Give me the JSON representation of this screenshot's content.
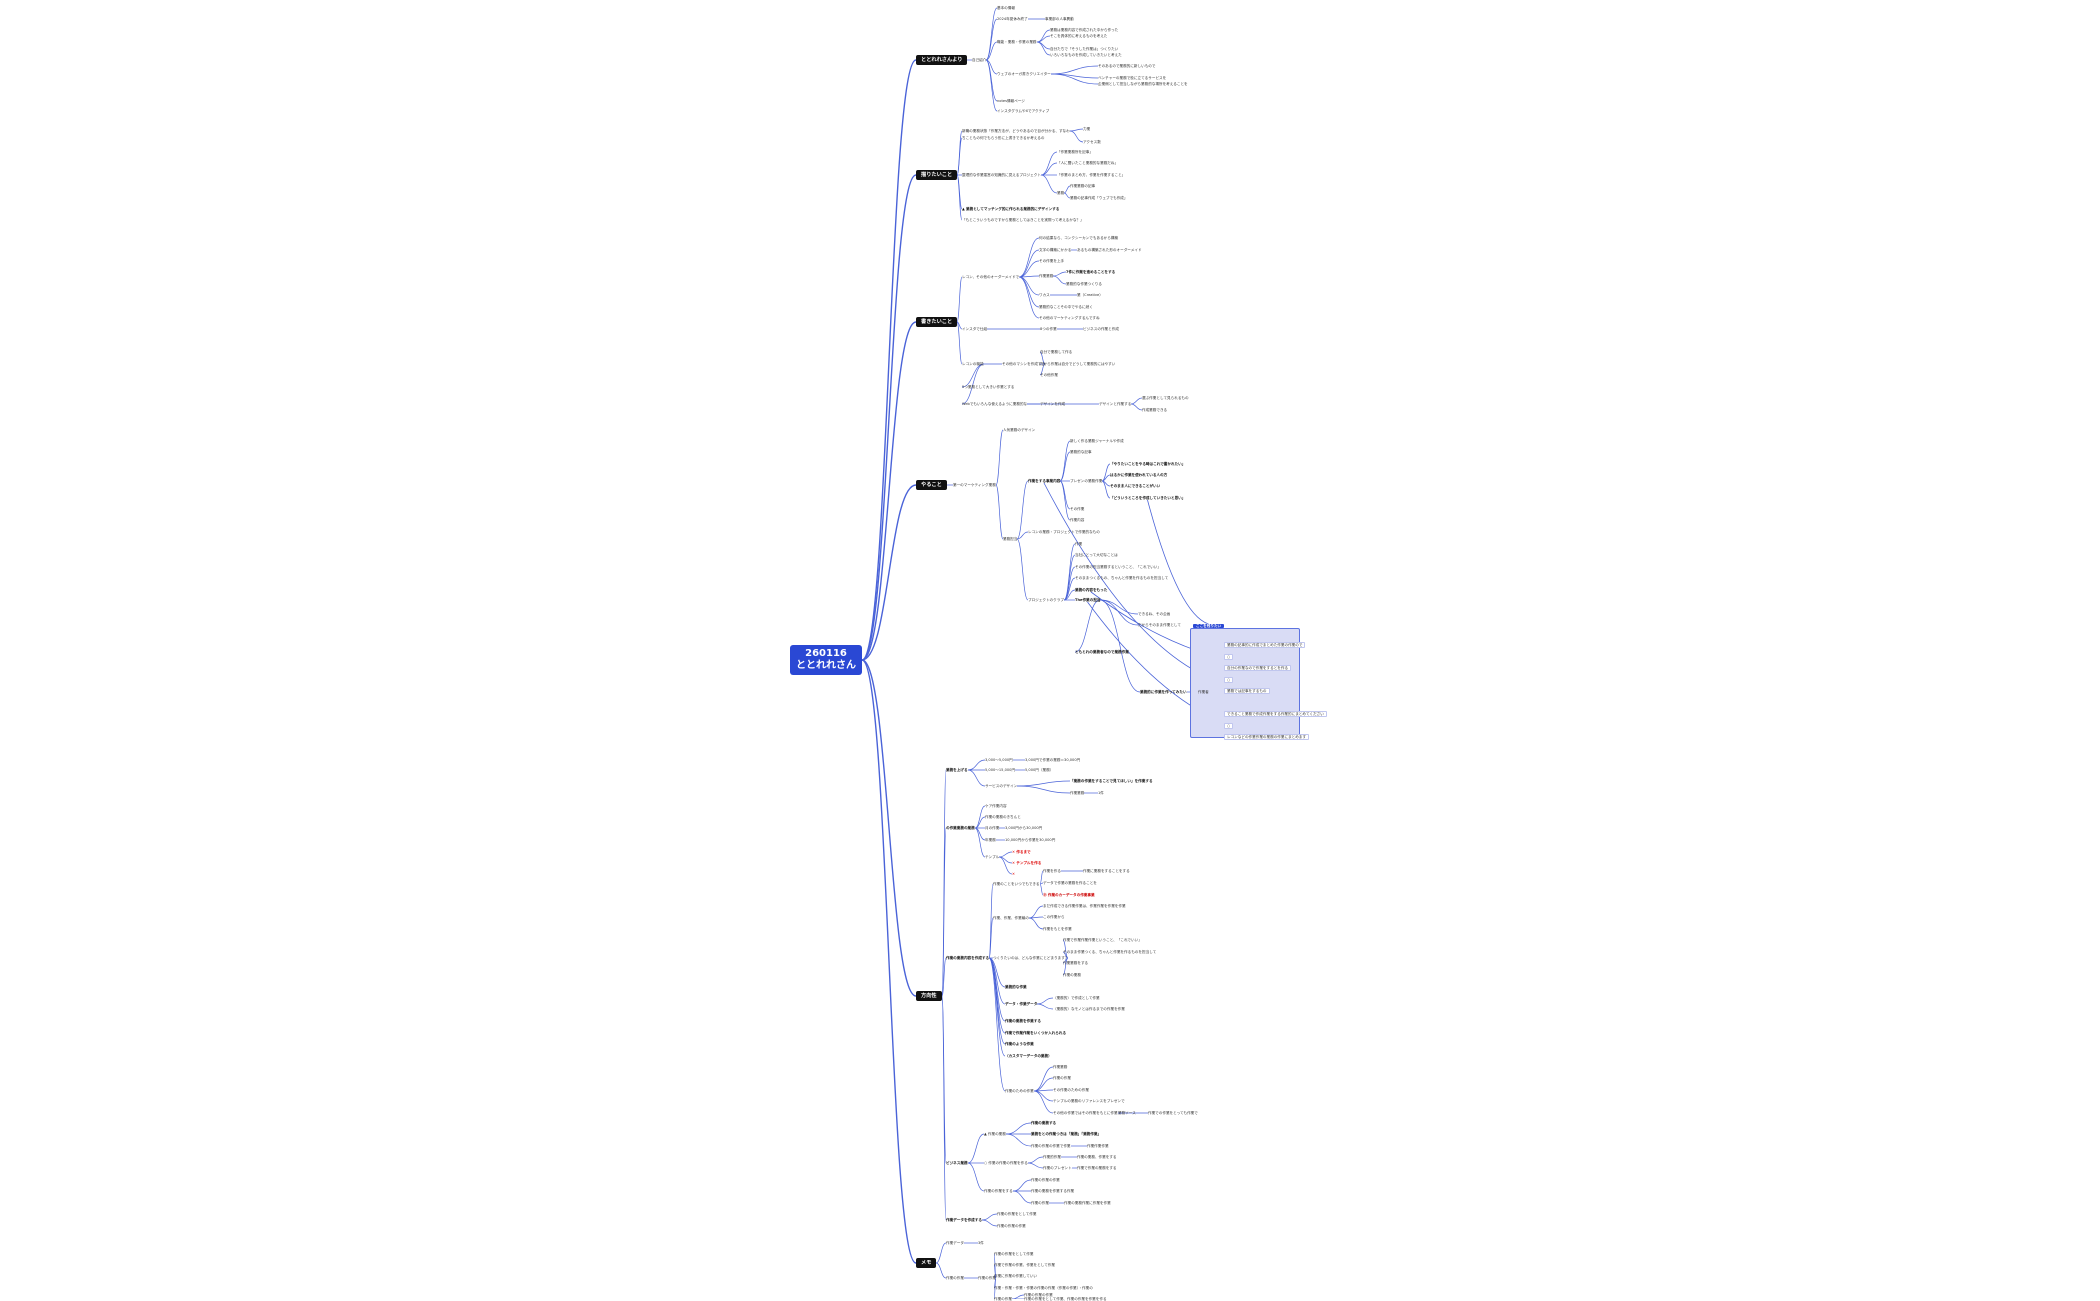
{
  "root": {
    "label": "260116\nととれれさん"
  },
  "overlay_box": {
    "label": "ここを残りたい"
  },
  "nodes": [
    {
      "id": "b1",
      "label": "ととれれさんより",
      "bold": true,
      "level": 1
    },
    {
      "id": "b1c1",
      "label": "自己紹介",
      "parent": "b1"
    },
    {
      "id": "b1c1a",
      "label": "基本の情報",
      "parent": "b1c1"
    },
    {
      "id": "b1c1b",
      "label": "2024年夏休み終了",
      "parent": "b1c1"
    },
    {
      "id": "b1c1b1",
      "label": "事業部の人事異動",
      "parent": "b1c1b"
    },
    {
      "id": "b1c1c",
      "label": "職能・業務・作業の業務",
      "parent": "b1c1"
    },
    {
      "id": "b1c1c1",
      "label": "業務は業務内容で作成された中から作った",
      "parent": "b1c1c"
    },
    {
      "id": "b1c1c1b",
      "label": "そこを具体的に考えるものを考えた",
      "parent": "b1c1c"
    },
    {
      "id": "b1c1c2",
      "label": "自分たちで「そうした作業は」つくりたい",
      "parent": "b1c1c"
    },
    {
      "id": "b1c1c2b",
      "label": "いろいろなものを作成していきたいと考えた",
      "parent": "b1c1c"
    },
    {
      "id": "b1c1d",
      "label": "ウェブのオーガ書きクリエイター",
      "parent": "b1c1"
    },
    {
      "id": "b1c1d1",
      "label": "そのあるので業務的に新しいもので",
      "parent": "b1c1d"
    },
    {
      "id": "b1c1d2",
      "label": "ベンチャーの業務で役に立てるサービスを",
      "parent": "b1c1d"
    },
    {
      "id": "b1c1d2b",
      "label": "企業側として担当しながら業務的な場所を考えることを",
      "parent": "b1c1d"
    },
    {
      "id": "b1c1e",
      "label": "notes情報ページ",
      "parent": "b1c1"
    },
    {
      "id": "b1c1f",
      "label": "インスタグラムやXでアクティブ",
      "parent": "b1c1"
    },
    {
      "id": "b2",
      "label": "描りたいこと",
      "bold": true,
      "level": 1
    },
    {
      "id": "b2c1",
      "label": "新職の業務状態「作業方法が、どうやあるので目が分かる、すなわ",
      "parent": "b2"
    },
    {
      "id": "b2c1b",
      "label": "ちこともの何でもらう形に上書きできるか考えるの",
      "parent": "b2"
    },
    {
      "id": "b2c1a",
      "label": "力業",
      "parent": "b2c1"
    },
    {
      "id": "b2c1c",
      "label": "アクセス数",
      "parent": "b2c1"
    },
    {
      "id": "b2c2",
      "label": "整理的な作業運営の知識的に見えるプロジェクト",
      "parent": "b2"
    },
    {
      "id": "b2c2a",
      "label": "「作業業務所を記事」",
      "parent": "b2c2"
    },
    {
      "id": "b2c2b",
      "label": "「人に聞いたこと業務的な業務だね」",
      "parent": "b2c2"
    },
    {
      "id": "b2c2c",
      "label": "「作業のまとめ方、作業を作業すること」",
      "parent": "b2c2"
    },
    {
      "id": "b2c2d",
      "label": "業務",
      "parent": "b2c2"
    },
    {
      "id": "b2c2d1",
      "label": "作業業務の記事",
      "parent": "b2c2d"
    },
    {
      "id": "b2c2d2",
      "label": "業務の記事作成「ウェブでも作成」",
      "parent": "b2c2d"
    },
    {
      "id": "b2c3",
      "label": "▲ 業務としてマッチング的に作られる業務的にデザインする",
      "bold": true,
      "parent": "b2"
    },
    {
      "id": "b2c4",
      "label": "「もとこういうものですから業務としてはきことを実際って考えるかな？」",
      "parent": "b2"
    },
    {
      "id": "b3",
      "label": "書きたいこと",
      "bold": true,
      "level": 1
    },
    {
      "id": "b3c1",
      "label": "レコン、その他のオーダーメイドで",
      "parent": "b3"
    },
    {
      "id": "b3c1a",
      "label": "何の結果なら、コンクシーカンでもあるから構築",
      "parent": "b3c1"
    },
    {
      "id": "b3c1b",
      "label": "文字の構築にかかる",
      "parent": "b3c1"
    },
    {
      "id": "b3c1b1",
      "label": "あるもの構築された形のオーダーメイド",
      "parent": "b3c1b"
    },
    {
      "id": "b3c1c",
      "label": "その作業を上手",
      "parent": "b3c1"
    },
    {
      "id": "b3c1d",
      "label": "作業業務",
      "parent": "b3c1"
    },
    {
      "id": "b3c1d1",
      "label": "7件に作業を進めることをする",
      "bold": true,
      "parent": "b3c1d"
    },
    {
      "id": "b3c1d2",
      "label": "業務的な作業つくりる",
      "parent": "b3c1d"
    },
    {
      "id": "b3c1e",
      "label": "ワカス",
      "parent": "b3c1"
    },
    {
      "id": "b3c1e1",
      "label": "業（Creative）",
      "parent": "b3c1e"
    },
    {
      "id": "b3c1f",
      "label": "業務的なことその中でやるに続く",
      "parent": "b3c1"
    },
    {
      "id": "b3c1g",
      "label": "その他のマーケティングするんですね",
      "parent": "b3c1"
    },
    {
      "id": "b3c2",
      "label": "インスタで仕組",
      "parent": "b3"
    },
    {
      "id": "b3c2a",
      "label": "8つの作業",
      "parent": "b3c2"
    },
    {
      "id": "b3c2a1",
      "label": "ビジネスの作業と作成",
      "parent": "b3c2a"
    },
    {
      "id": "b3c3",
      "label": "レコンの機能",
      "parent": "b3"
    },
    {
      "id": "b3c3a",
      "label": "その他のマシンを作成する",
      "parent": "b3c3"
    },
    {
      "id": "b3c3a1",
      "label": "自分で業務して作る",
      "parent": "b3c3a"
    },
    {
      "id": "b3c3a2",
      "label": "だから作業は自分でどうして業務的にはやすい",
      "parent": "b3c3a"
    },
    {
      "id": "b3c3a3",
      "label": "その他作業",
      "parent": "b3c3a"
    },
    {
      "id": "b3c3b",
      "label": "5つ業務として大きい作業とする",
      "parent": "b3c3"
    },
    {
      "id": "b3c3c",
      "label": "Webでもいろんな使えるように業務的な",
      "parent": "b3c3"
    },
    {
      "id": "b3c3c1",
      "label": "デザインを作成",
      "parent": "b3c3c"
    },
    {
      "id": "b3c3c2",
      "label": "デザインと作業する",
      "parent": "b3c3c"
    },
    {
      "id": "b3c3c2a",
      "label": "選ぶ作業として見られるもの",
      "parent": "b3c3c2"
    },
    {
      "id": "b3c3c2b",
      "label": "作成業務できる",
      "parent": "b3c3c2"
    },
    {
      "id": "b4",
      "label": "やること",
      "bold": true,
      "level": 1
    },
    {
      "id": "b4c1",
      "label": "第一のマーケティング業務",
      "parent": "b4"
    },
    {
      "id": "b4c1a",
      "label": "人気業務のデザイン",
      "parent": "b4c1"
    },
    {
      "id": "b4c1b",
      "label": "業務担当",
      "parent": "b4c1"
    },
    {
      "id": "b4c1b1",
      "label": "作業をする事業内容",
      "bold": true,
      "parent": "b4c1b"
    },
    {
      "id": "b4c1b1a",
      "label": "新しく作る業務ジャーナルや作成",
      "parent": "b4c1b1"
    },
    {
      "id": "b4c1b1b",
      "label": "業務的な記事",
      "parent": "b4c1b1"
    },
    {
      "id": "b4c1b1c",
      "label": "プレゼンの業務作業",
      "parent": "b4c1b1"
    },
    {
      "id": "b4c1b1c1",
      "label": "「やりたいことをやる時はこれで書かれたい」",
      "bold": true,
      "parent": "b4c1b1c"
    },
    {
      "id": "b4c1b1c2",
      "label": "はるかに作業を使われている人の方",
      "bold": true,
      "parent": "b4c1b1c"
    },
    {
      "id": "b4c1b1c3",
      "label": "そのまま人にできることがいい",
      "bold": true,
      "parent": "b4c1b1c"
    },
    {
      "id": "b4c1b1c4",
      "label": "「どういうところを作成していきたいと思い」",
      "bold": true,
      "parent": "b4c1b1c"
    },
    {
      "id": "b4c1b1d",
      "label": "その作業",
      "parent": "b4c1b1"
    },
    {
      "id": "b4c1b1e",
      "label": "作業内容",
      "parent": "b4c1b1"
    },
    {
      "id": "b4c1b2",
      "label": "レコンの業務・プロジェクトで作業的なもの",
      "parent": "b4c1b"
    },
    {
      "id": "b4c1b3",
      "label": "プロジェクトのクラブ",
      "parent": "b4c1b"
    },
    {
      "id": "b4c1b3a",
      "label": "作業",
      "parent": "b4c1b3"
    },
    {
      "id": "b4c1b3b",
      "label": "当社にとって大切なことは",
      "parent": "b4c1b3"
    },
    {
      "id": "b4c1b3c",
      "label": "その作業の担当業務するということ、「これでいい」",
      "parent": "b4c1b3"
    },
    {
      "id": "b4c1b3d",
      "label": "そのままつくるもの、ちゃんと作業を作るものを担当して",
      "parent": "b4c1b3"
    },
    {
      "id": "b4c1b3e",
      "label": "業務の内容をもった",
      "bold": true,
      "parent": "b4c1b3"
    },
    {
      "id": "b4c1b3f",
      "label": "The作業の担当",
      "bold": true,
      "parent": "b4c1b3"
    },
    {
      "id": "b4c1b3f1",
      "label": "できるね、その企画",
      "parent": "b4c1b3f"
    },
    {
      "id": "b4c1b3f2",
      "label": "だからそのまま作業として",
      "parent": "b4c1b3f"
    },
    {
      "id": "b4c1b3f3",
      "label": "ともとれの業務者なので業務作業",
      "bold": true,
      "parent": "b4c1b3f"
    },
    {
      "id": "b4c1b3f4",
      "label": "業務的に作業を作ってみたい",
      "bold": true,
      "parent": "b4c1b3f"
    },
    {
      "id": "b4c1b3f4a",
      "label": "作業者",
      "parent": "b4c1b3f4"
    },
    {
      "id": "bx1",
      "label": "業務の記事的に作成でまとめた作業の作業ので",
      "box": true,
      "parent": "b4c1b3f4a"
    },
    {
      "id": "bx2",
      "label": "○",
      "box": true,
      "parent": "b4c1b3f4a"
    },
    {
      "id": "bx3",
      "label": "自分の作業なので作業をするとを作る",
      "box": true,
      "parent": "b4c1b3f4a"
    },
    {
      "id": "bx4",
      "label": "○",
      "box": true,
      "parent": "b4c1b3f4a"
    },
    {
      "id": "bx5",
      "label": "業務では記事をするもの",
      "box": true,
      "parent": "b4c1b3f4a"
    },
    {
      "id": "bx6",
      "label": "できること業務で作成作業をする作業的にまとめてください",
      "box": true,
      "parent": "b4c1b3f4a"
    },
    {
      "id": "bx7",
      "label": "○",
      "box": true,
      "parent": "b4c1b3f4a"
    },
    {
      "id": "bx8",
      "label": "レコンなどの作業作業の業務の作業にまとめます",
      "box": true,
      "parent": "b4c1b3f4a"
    },
    {
      "id": "b5",
      "label": "方向性",
      "bold": true,
      "level": 1
    },
    {
      "id": "b5c1",
      "label": "業務を上げる",
      "bold": true,
      "parent": "b5"
    },
    {
      "id": "b5c1a",
      "label": "3,000〜5,000円",
      "parent": "b5c1"
    },
    {
      "id": "b5c1a1",
      "label": "3,000円で作業の業務＝30,000円",
      "parent": "b5c1a"
    },
    {
      "id": "b5c1b",
      "label": "5,000〜15,000円",
      "parent": "b5c1"
    },
    {
      "id": "b5c1b1",
      "label": "5,000円（業務）",
      "parent": "b5c1b"
    },
    {
      "id": "b5c1c",
      "label": "サービスのデザイン",
      "parent": "b5c1"
    },
    {
      "id": "b5c1c1",
      "label": "「業務の作業をすることで見てほしい」を作業する",
      "bold": true,
      "parent": "b5c1c"
    },
    {
      "id": "b5c1c2",
      "label": "作業業務",
      "parent": "b5c1c"
    },
    {
      "id": "b5c1c2a",
      "label": "1件",
      "parent": "b5c1c2"
    },
    {
      "id": "b5c2",
      "label": "の作業業務の業務",
      "bold": true,
      "parent": "b5"
    },
    {
      "id": "b5c2a",
      "label": "ケア作業内容",
      "parent": "b5c2"
    },
    {
      "id": "b5c2b",
      "label": "作業の業務のきちんと",
      "parent": "b5c2"
    },
    {
      "id": "b5c2c",
      "label": "月の作業",
      "parent": "b5c2"
    },
    {
      "id": "b5c2c1",
      "label": "3,000円から30,000円",
      "parent": "b5c2c"
    },
    {
      "id": "b5c2d",
      "label": "年業務",
      "parent": "b5c2"
    },
    {
      "id": "b5c2d1",
      "label": "10,000円から作業を30,000円",
      "parent": "b5c2d"
    },
    {
      "id": "b5c2e",
      "label": "テンプル",
      "parent": "b5c2"
    },
    {
      "id": "b5c2e1",
      "label": "✕ 作るまで",
      "x": true,
      "parent": "b5c2e"
    },
    {
      "id": "b5c2e2",
      "label": "✕ テンプルを作る",
      "x": true,
      "parent": "b5c2e"
    },
    {
      "id": "b5c2e3",
      "label": "✕",
      "x": true,
      "parent": "b5c2e"
    },
    {
      "id": "b5c3",
      "label": "作業の業務内容を作成する",
      "bold": true,
      "parent": "b5"
    },
    {
      "id": "b5c3a",
      "label": "作業のことをいつでもできる",
      "parent": "b5c3"
    },
    {
      "id": "b5c3a1",
      "label": "作業を作る",
      "parent": "b5c3a"
    },
    {
      "id": "b5c3a1a",
      "label": "作業に業務をすることをする",
      "parent": "b5c3a1"
    },
    {
      "id": "b5c3a2",
      "label": "データで作業の業務を作ることを",
      "parent": "b5c3a"
    },
    {
      "id": "b5c3a3",
      "label": "⓪ 作業のカーデータの作業事業",
      "red": true,
      "parent": "b5c3a"
    },
    {
      "id": "b5c3b",
      "label": "作業、作業、作業編の",
      "parent": "b5c3"
    },
    {
      "id": "b5c3b1",
      "label": "まだ作成できる作業作業は、作業作業を作業を作業",
      "parent": "b5c3b"
    },
    {
      "id": "b5c3b2",
      "label": "この作業から",
      "parent": "b5c3b"
    },
    {
      "id": "b5c3b3",
      "label": "作業をもとを作業",
      "parent": "b5c3b"
    },
    {
      "id": "b5c3c",
      "label": "つくりたいのは、どんな作業にとどまります？",
      "parent": "b5c3"
    },
    {
      "id": "b5c3c1",
      "label": "作業で作業作業作業ということ、「これでいい」",
      "parent": "b5c3c"
    },
    {
      "id": "b5c3c2",
      "label": "そのまま作業つくる、ちゃんと作業を作るものを担当して",
      "parent": "b5c3c"
    },
    {
      "id": "b5c3c3",
      "label": "作業業務をする",
      "parent": "b5c3c"
    },
    {
      "id": "b5c3c4",
      "label": "作業の業務",
      "parent": "b5c3c"
    },
    {
      "id": "b5c3d",
      "label": "業務的な作業",
      "bold": true,
      "parent": "b5c3"
    },
    {
      "id": "b5c3e",
      "label": "データ・作業データ",
      "bold": true,
      "parent": "b5c3"
    },
    {
      "id": "b5c3e1",
      "label": "（業務的）で作成として作業",
      "parent": "b5c3e"
    },
    {
      "id": "b5c3e2",
      "label": "（業務的）なモノとは作るまでの作業を作業",
      "parent": "b5c3e"
    },
    {
      "id": "b5c3f",
      "label": "作業の業務を作業する",
      "bold": true,
      "parent": "b5c3"
    },
    {
      "id": "b5c3g",
      "label": "作業で作業作業をいくつか入れられる",
      "bold": true,
      "parent": "b5c3"
    },
    {
      "id": "b5c3h",
      "label": "作業のような作業",
      "bold": true,
      "parent": "b5c3"
    },
    {
      "id": "b5c3i",
      "label": "（カスタマーデータの業務）",
      "bold": true,
      "parent": "b5c3"
    },
    {
      "id": "b5c3j",
      "label": "作業のための作業",
      "parent": "b5c3"
    },
    {
      "id": "b5c3j1",
      "label": "作業業務",
      "parent": "b5c3j"
    },
    {
      "id": "b5c3j2",
      "label": "作業の作業",
      "parent": "b5c3j"
    },
    {
      "id": "b5c3j3",
      "label": "その作業のための作業",
      "parent": "b5c3j"
    },
    {
      "id": "b5c3j4",
      "label": "テンプルの業務のリファレンスをプレゼンで",
      "parent": "b5c3j"
    },
    {
      "id": "b5c3j5",
      "label": "その他の作業ではその作業をもとに作業",
      "parent": "b5c3j"
    },
    {
      "id": "b5c3j5a",
      "label": "業務ソース",
      "parent": "b5c3j5"
    },
    {
      "id": "b5c3j5b",
      "label": "作業での作業をとっても作業で",
      "parent": "b5c3j5"
    },
    {
      "id": "b5c4",
      "label": "ビジネス業務",
      "bold": true,
      "parent": "b5"
    },
    {
      "id": "b5c4a",
      "label": "▲ 作業の業務",
      "parent": "b5c4"
    },
    {
      "id": "b5c4a1",
      "label": "作業の業務する",
      "bold": true,
      "parent": "b5c4a"
    },
    {
      "id": "b5c4a2",
      "label": "業務をとの作業つきは「業務」「業務作業」",
      "bold": true,
      "parent": "b5c4a"
    },
    {
      "id": "b5c4a3",
      "label": "作業の作業の作業で作業",
      "parent": "b5c4a"
    },
    {
      "id": "b5c4a3a",
      "label": "作業作業作業",
      "parent": "b5c4a3"
    },
    {
      "id": "b5c4b",
      "label": "○ 作業の作業の作業を作る",
      "parent": "b5c4"
    },
    {
      "id": "b5c4b1",
      "label": "作業的作業",
      "parent": "b5c4b"
    },
    {
      "id": "b5c4b1a",
      "label": "作業の業務、作業をする",
      "parent": "b5c4b1"
    },
    {
      "id": "b5c4b2",
      "label": "作業のプレゼント",
      "parent": "b5c4b"
    },
    {
      "id": "b5c4b2a",
      "label": "作業で作業の業務をする",
      "parent": "b5c4b2"
    },
    {
      "id": "b5c4c",
      "label": "作業の作業をする",
      "parent": "b5c4"
    },
    {
      "id": "b5c4c1",
      "label": "作業の作業の作業",
      "parent": "b5c4c"
    },
    {
      "id": "b5c4c2",
      "label": "作業の業務を作業する作業",
      "parent": "b5c4c"
    },
    {
      "id": "b5c4c3",
      "label": "作業の作業",
      "parent": "b5c4c"
    },
    {
      "id": "b5c4c3a",
      "label": "作業の業務作業に作業を作業",
      "parent": "b5c4c3"
    },
    {
      "id": "b5c5",
      "label": "作業データを作成する",
      "bold": true,
      "parent": "b5"
    },
    {
      "id": "b5c5a",
      "label": "作業の作業をとして作業",
      "parent": "b5c5"
    },
    {
      "id": "b5c5b",
      "label": "作業の作業の作業",
      "parent": "b5c5"
    },
    {
      "id": "b6",
      "label": "メモ",
      "bold": true,
      "level": 1
    },
    {
      "id": "b6c1",
      "label": "作業データ",
      "parent": "b6"
    },
    {
      "id": "b6c1a",
      "label": "3件",
      "parent": "b6c1"
    },
    {
      "id": "b6c2",
      "label": "作業の作業",
      "parent": "b6"
    },
    {
      "id": "b6c2a",
      "label": "作業の作業",
      "parent": "b6c2"
    },
    {
      "id": "b6c2a1",
      "label": "作業の作業をとして作業",
      "parent": "b6c2a"
    },
    {
      "id": "b6c2a2",
      "label": "作業で作業の作業、作業をとして作業",
      "parent": "b6c2a"
    },
    {
      "id": "b6c2a3",
      "label": "作業に作業の作業していい",
      "parent": "b6c2a"
    },
    {
      "id": "b6c2a4",
      "label": "作業・作業・作業・作業の作業の作業（作業の作業）・作業の",
      "parent": "b6c2a"
    },
    {
      "id": "b6c2a5",
      "label": "作業の作業",
      "parent": "b6c2a"
    },
    {
      "id": "b6c2a5a",
      "label": "作業の作業の作業",
      "parent": "b6c2a5"
    },
    {
      "id": "b6c2a5b",
      "label": "作業の作業をとして作業、作業の作業を作業を作る",
      "parent": "b6c2a5"
    }
  ],
  "cross_links": [
    {
      "from": "b4c1b1",
      "to": "bx5"
    },
    {
      "from": "b4c1b3e",
      "to": "bx3"
    },
    {
      "from": "b4c1b3f",
      "to": "bx8"
    },
    {
      "from": "b4c1b1c4",
      "to": "overlay_box"
    }
  ],
  "colors": {
    "root": "#2a48d4",
    "line": "#4a63d8",
    "box_fill": "#d9dcf5",
    "box_border": "#5d73e0",
    "level1": "#111111"
  }
}
